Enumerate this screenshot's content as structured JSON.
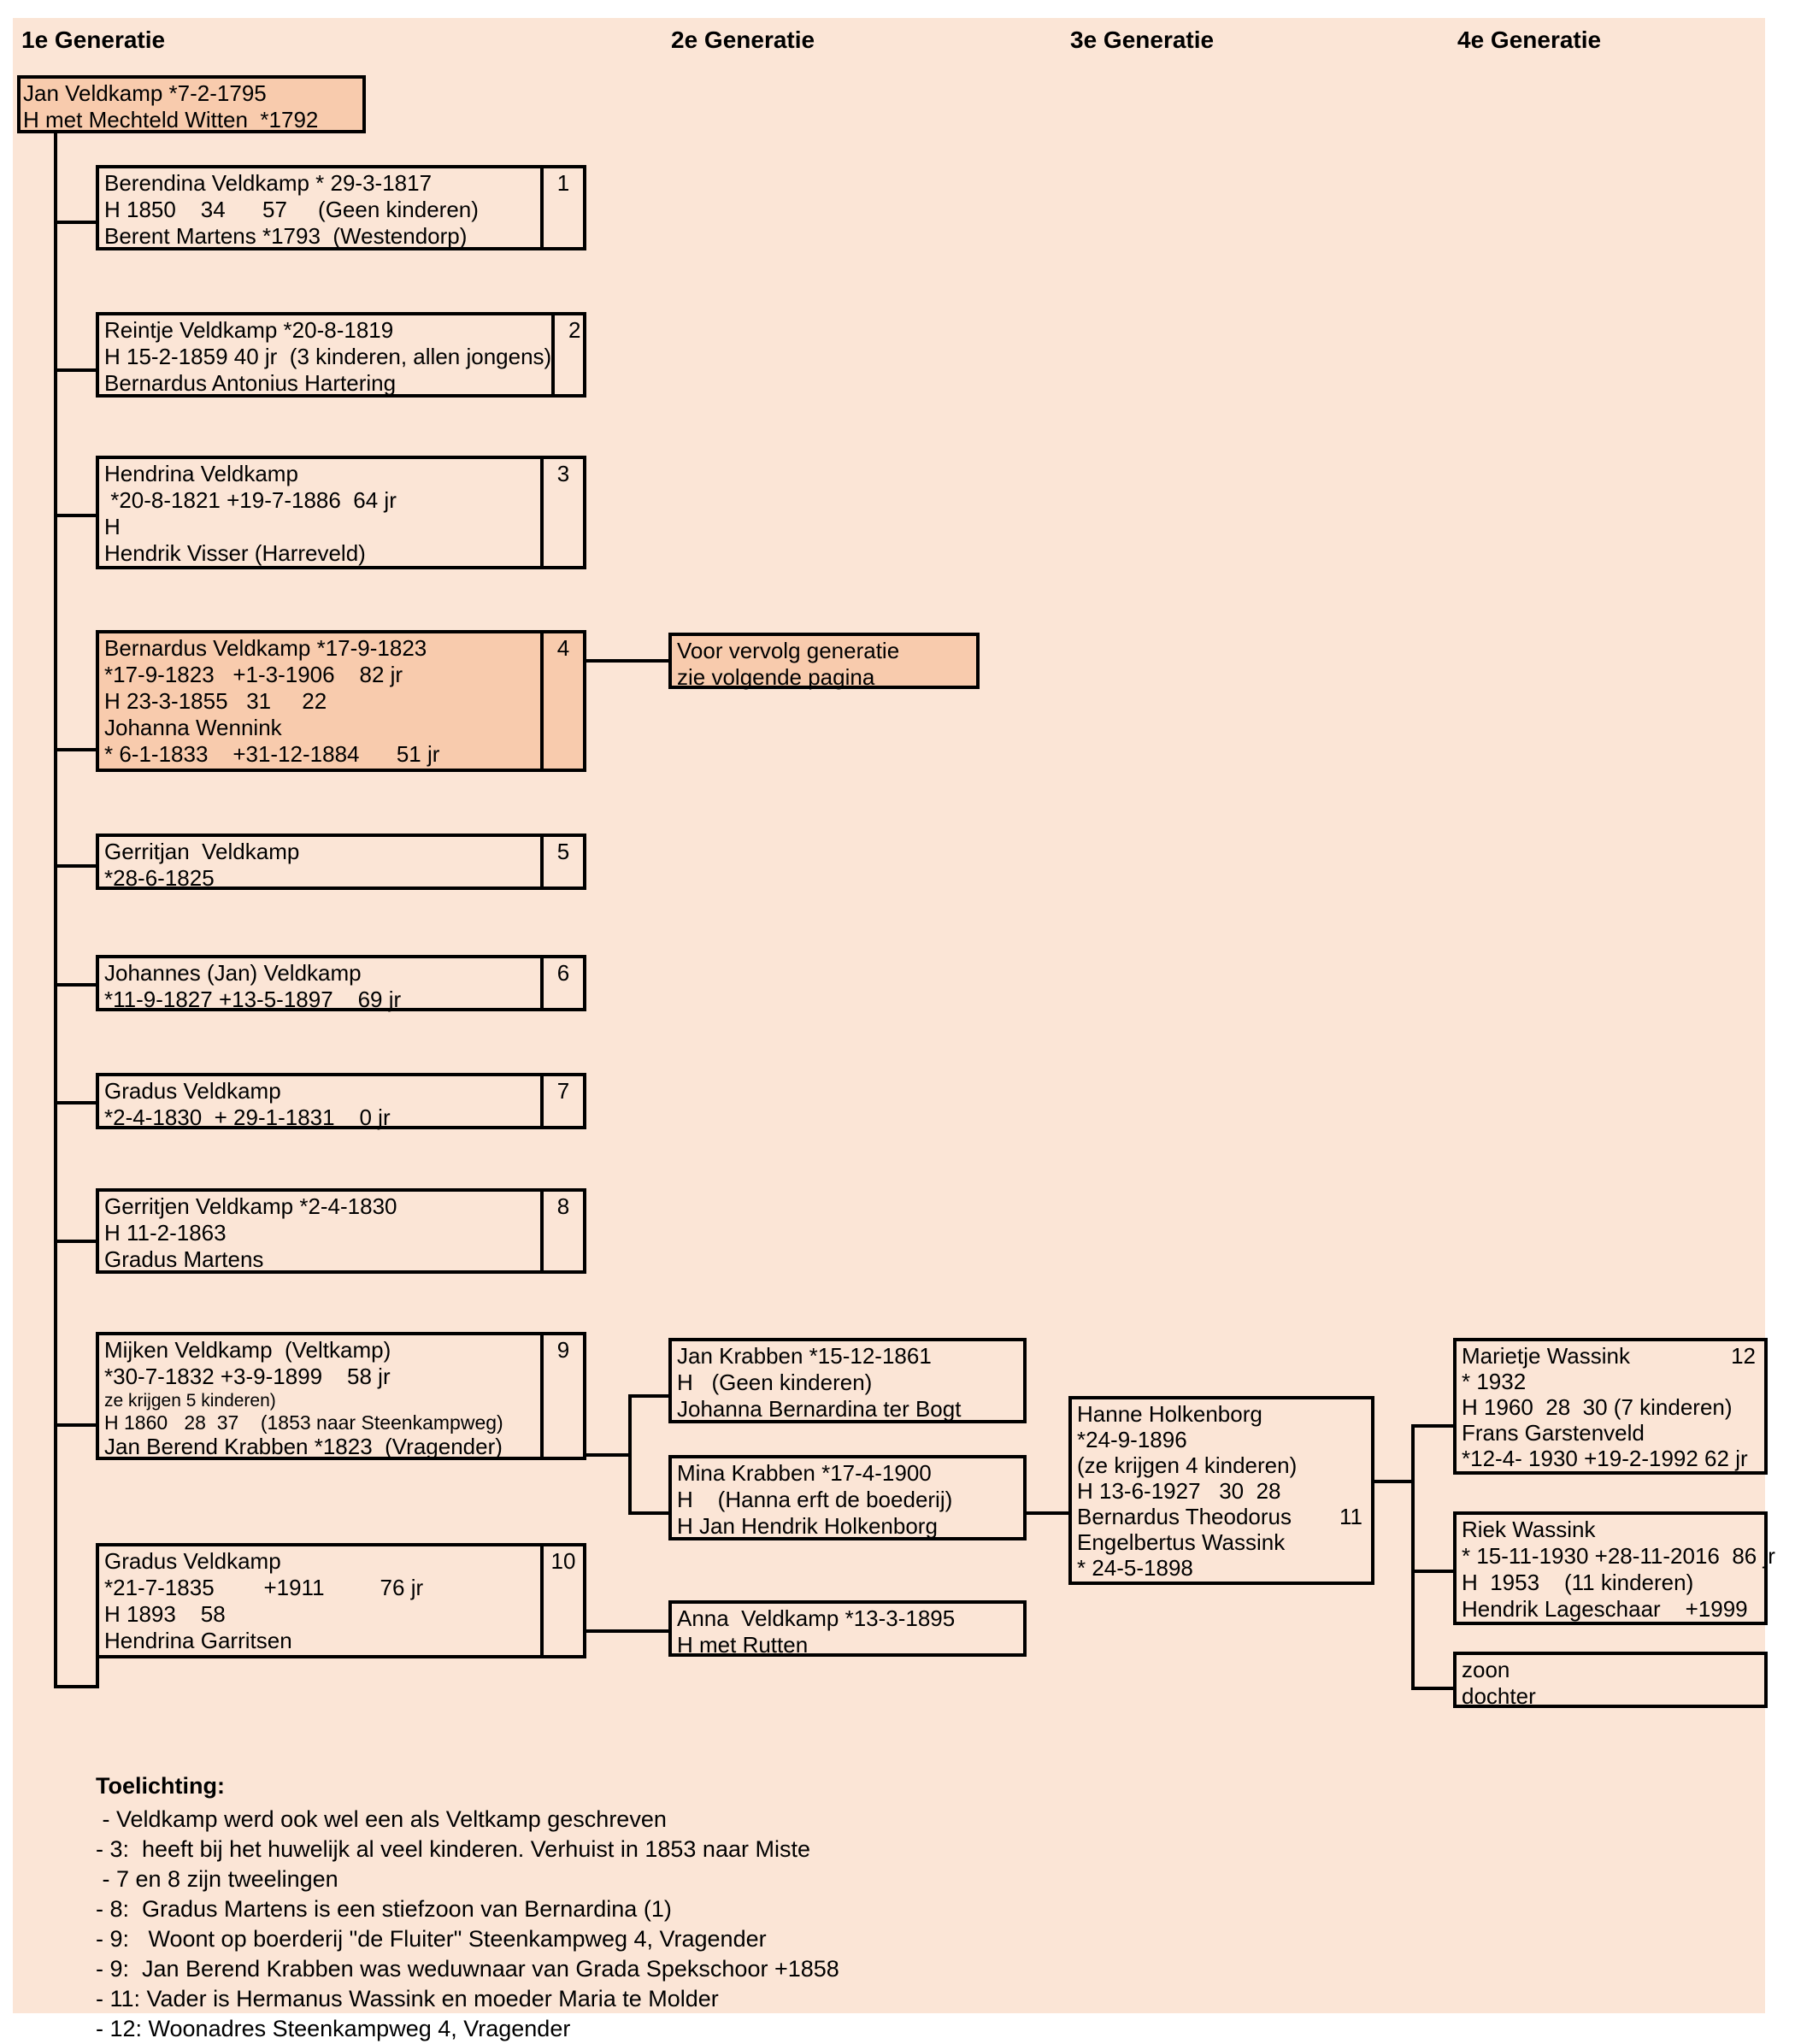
{
  "colors": {
    "content_bg": "#fbe5d6",
    "highlight_bg": "#f8cbad",
    "border": "#000000"
  },
  "headers": [
    {
      "label": "1e Generatie"
    },
    {
      "label": "2e Generatie"
    },
    {
      "label": "3e Generatie"
    },
    {
      "label": "4e Generatie"
    }
  ],
  "root": {
    "lines": [
      "Jan Veldkamp *7-2-1795",
      "H met Mechteld Witten  *1792"
    ]
  },
  "gen1": [
    {
      "number": "1",
      "lines": [
        "Berendina Veldkamp * 29-3-1817",
        "H 1850    34      57     (Geen kinderen)",
        "Berent Martens *1793  (Westendorp)"
      ]
    },
    {
      "number": "2",
      "lines": [
        "Reintje Veldkamp *20-8-1819",
        "H 15-2-1859 40 jr  (3 kinderen, allen jongens)",
        "Bernardus Antonius Hartering"
      ]
    },
    {
      "number": "3",
      "lines": [
        "Hendrina Veldkamp",
        " *20-8-1821 +19-7-1886  64 jr",
        "H",
        "Hendrik Visser (Harreveld)"
      ]
    },
    {
      "number": "4",
      "lines": [
        "Bernardus Veldkamp *17-9-1823",
        "*17-9-1823   +1-3-1906    82 jr",
        "H 23-3-1855   31     22",
        "Johanna Wennink",
        "* 6-1-1833    +31-12-1884      51 jr"
      ]
    },
    {
      "number": "5",
      "lines": [
        "Gerritjan  Veldkamp",
        "*28-6-1825"
      ]
    },
    {
      "number": "6",
      "lines": [
        "Johannes (Jan) Veldkamp",
        "*11-9-1827 +13-5-1897    69 jr"
      ]
    },
    {
      "number": "7",
      "lines": [
        "Gradus Veldkamp",
        "*2-4-1830  + 29-1-1831    0 jr"
      ]
    },
    {
      "number": "8",
      "lines": [
        "Gerritjen Veldkamp *2-4-1830",
        "H 11-2-1863",
        "Gradus Martens"
      ]
    },
    {
      "number": "9",
      "lines": [
        "Mijken Veldkamp  (Veltkamp)",
        "*30-7-1832 +3-9-1899    58 jr",
        "ze krijgen 5 kinderen)",
        "H 1860   28  37    (1853 naar Steenkampweg)",
        "Jan Berend Krabben *1823  (Vragender)"
      ]
    },
    {
      "number": "10",
      "lines": [
        "Gradus Veldkamp",
        "*21-7-1835        +1911         76 jr",
        "H 1893    58",
        "Hendrina Garritsen"
      ]
    }
  ],
  "gen2": {
    "voorvervolg": {
      "lines": [
        "Voor vervolg generatie",
        "zie volgende pagina"
      ]
    },
    "jan_krabben": {
      "lines": [
        "Jan Krabben *15-12-1861",
        "H   (Geen kinderen)",
        "Johanna Bernardina ter Bogt"
      ]
    },
    "mina_krabben": {
      "lines": [
        "Mina Krabben *17-4-1900",
        "H    (Hanna erft de boederij)",
        "H Jan Hendrik Holkenborg"
      ]
    },
    "anna_veldkamp": {
      "lines": [
        "Anna  Veldkamp *13-3-1895",
        "H met Rutten"
      ]
    }
  },
  "gen3": {
    "hanne_holkenborg": {
      "number": "11",
      "lines": [
        "Hanne Holkenborg",
        "*24-9-1896",
        "(ze krijgen 4 kinderen)",
        "H 13-6-1927   30  28",
        "Bernardus Theodorus",
        "Engelbertus Wassink",
        "* 24-5-1898"
      ]
    }
  },
  "gen4": {
    "marietje_wassink": {
      "number": "12",
      "lines": [
        "Marietje Wassink",
        "* 1932",
        "H 1960  28  30 (7 kinderen)",
        "Frans Garstenveld",
        "*12-4- 1930 +19-2-1992 62 jr"
      ]
    },
    "riek_wassink": {
      "lines": [
        "Riek Wassink",
        "* 15-11-1930 +28-11-2016  86 jr",
        "H  1953    (11 kinderen)",
        "Hendrik Lageschaar    +1999"
      ]
    },
    "zoon_dochter": {
      "lines": [
        "zoon",
        "dochter"
      ]
    }
  },
  "toelichting": {
    "title": "Toelichting:",
    "lines": [
      " - Veldkamp werd ook wel een als Veltkamp geschreven",
      "- 3:  heeft bij het huwelijk al veel kinderen. Verhuist in 1853 naar Miste",
      " - 7 en 8 zijn tweelingen",
      "- 8:  Gradus Martens is een stiefzoon van Bernardina (1)",
      "- 9:   Woont op boerderij \"de Fluiter\" Steenkampweg 4, Vragender",
      "- 9:  Jan Berend Krabben was weduwnaar van Grada Spekschoor +1858",
      "- 11: Vader is Hermanus Wassink en moeder Maria te Molder",
      "- 12: Woonadres Steenkampweg 4, Vragender"
    ]
  }
}
